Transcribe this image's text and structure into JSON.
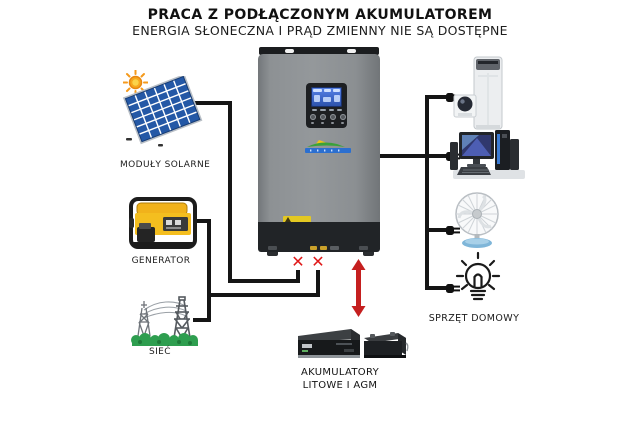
{
  "header": {
    "title": "PRACA Z PODŁĄCZONYM AKUMULATOREM",
    "subtitle": "ENERGIA SŁONECZNA I PRĄD ZMIENNY NIE SĄ DOSTĘPNE"
  },
  "sources": {
    "solar": {
      "label": "MODUŁY SOLARNE",
      "icon": "solar-panel-with-sun"
    },
    "generator": {
      "label": "GENERATOR",
      "icon": "portable-generator"
    },
    "grid": {
      "label": "SIEĆ",
      "icon": "transmission-towers"
    }
  },
  "inverter": {
    "icon": "hybrid-solar-inverter"
  },
  "battery": {
    "label_line1": "AKUMULATORY",
    "label_line2": "LITOWE I AGM",
    "icons": [
      "rack-lithium-battery",
      "agm-battery"
    ]
  },
  "loads": {
    "label": "SPRZĘT DOMOWY",
    "items": [
      "air-conditioner",
      "computer",
      "fan",
      "light-bulb"
    ]
  },
  "marks": {
    "solar_blocked": "✕",
    "ac_blocked": "✕",
    "battery_flow": "double-headed-red-arrow"
  },
  "colors": {
    "wire_black": "#151515",
    "blocked_red": "#e01a1a",
    "arrow_red": "#c51f1f",
    "panel_blue": "#2a5ea8",
    "generator_yellow": "#f1b21b",
    "grid_green": "#2e9e4f",
    "inverter_body_gray": "#8b8f92",
    "inverter_band_dark": "#212427",
    "lcd_blue": "#3a63c4",
    "warning_yellow": "#e3c822"
  }
}
